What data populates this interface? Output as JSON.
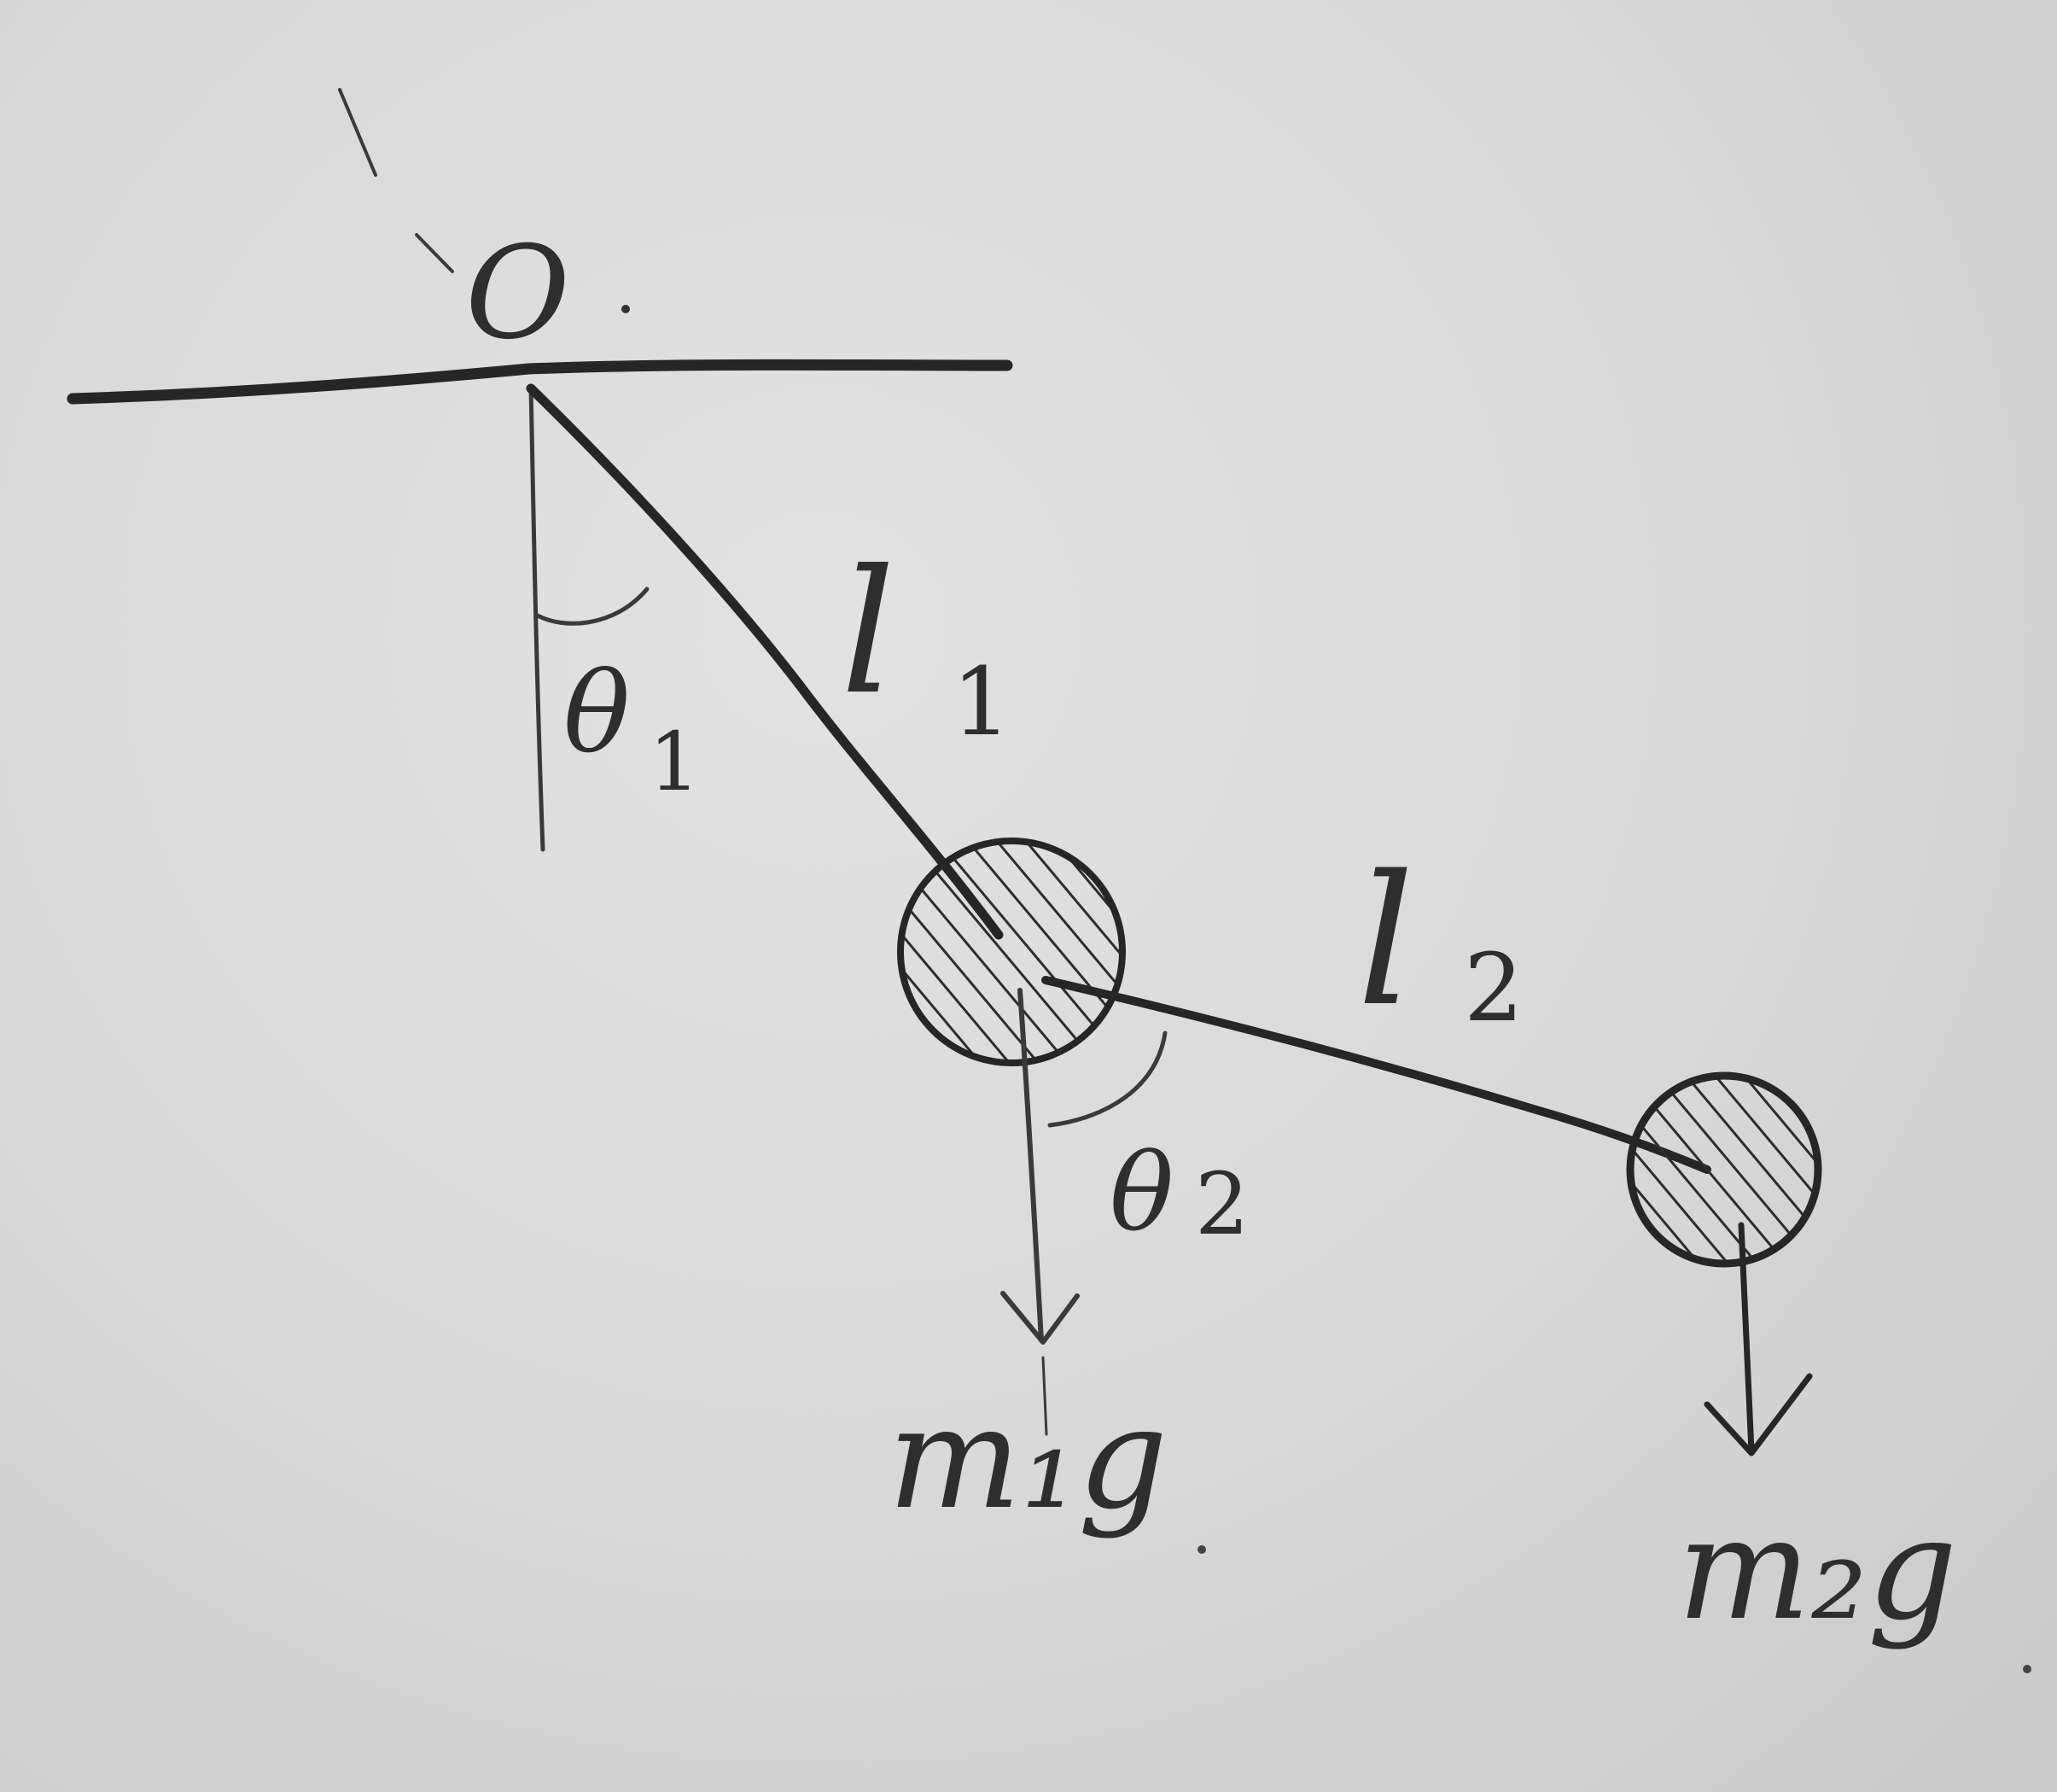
{
  "diagram": {
    "pivot_label": "O",
    "angle1_symbol": "θ",
    "angle1_index": "1",
    "angle2_symbol": "θ",
    "angle2_index": "2",
    "rod1_symbol": "l",
    "rod1_index": "1",
    "rod2_symbol": "l",
    "rod2_index": "2",
    "force1_label": "m₁g",
    "force2_label": "m₂g"
  },
  "colors": {
    "paper": "#d7d7d7",
    "ink": "#262626"
  }
}
